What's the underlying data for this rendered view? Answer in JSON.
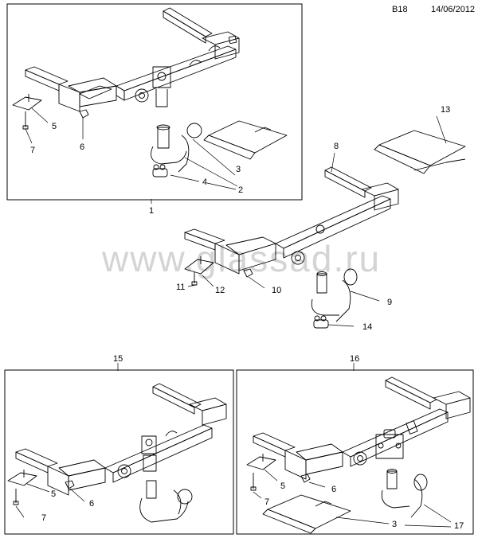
{
  "header": {
    "code": "B18",
    "date": "14/06/2012"
  },
  "watermark": "www.glassad.ru",
  "callouts": {
    "n1": "1",
    "n2": "2",
    "n3": "3",
    "n4": "4",
    "n5": "5",
    "n6": "6",
    "n7": "7",
    "n8": "8",
    "n9": "9",
    "n10": "10",
    "n11": "11",
    "n12": "12",
    "n13": "13",
    "n14": "14",
    "n15": "15",
    "n16": "16",
    "n17": "17"
  }
}
